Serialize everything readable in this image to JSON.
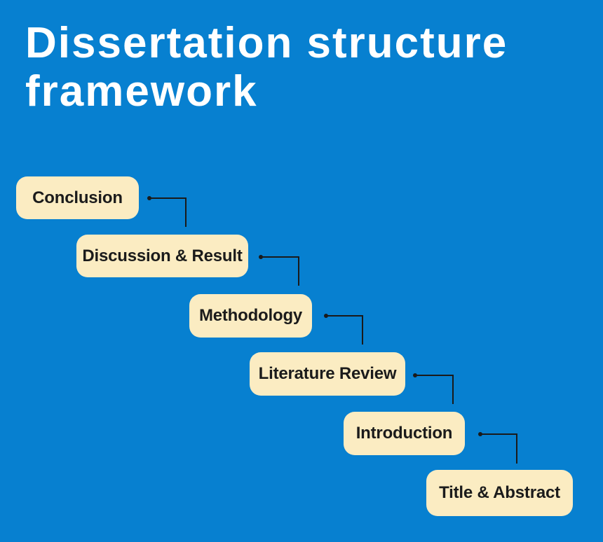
{
  "title": "Dissertation structure framework",
  "steps": [
    {
      "label": "Conclusion"
    },
    {
      "label": "Discussion & Result"
    },
    {
      "label": "Methodology"
    },
    {
      "label": "Literature Review"
    },
    {
      "label": "Introduction"
    },
    {
      "label": "Title & Abstract"
    }
  ],
  "colors": {
    "background": "#0780d0",
    "box-fill": "#fbecc2",
    "box-text": "#1b1b1b",
    "title-text": "#ffffff",
    "connector": "#1a1a1a"
  }
}
